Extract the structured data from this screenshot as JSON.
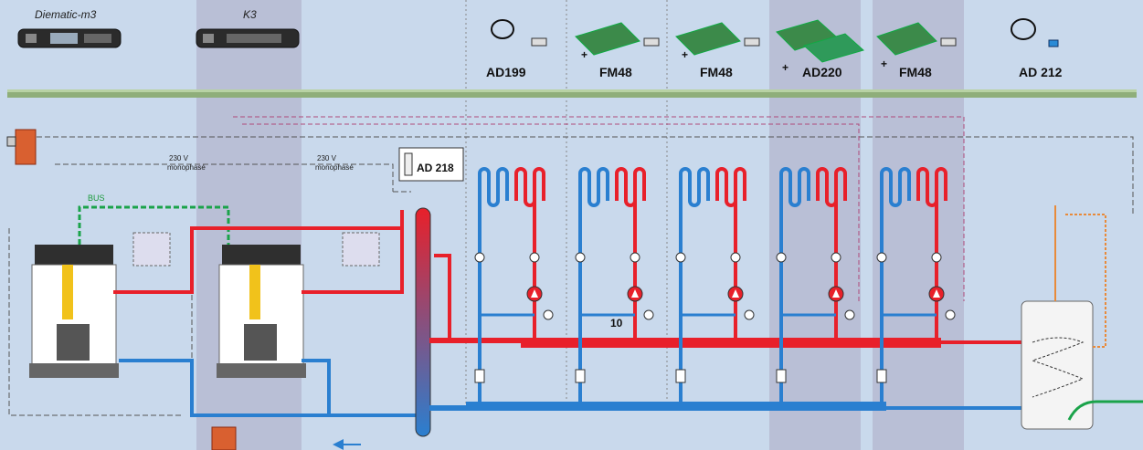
{
  "header": {
    "controllers": [
      {
        "name": "Diematic-m3"
      },
      {
        "name": "K3"
      }
    ],
    "accessories": [
      {
        "label": "AD199",
        "plus": "",
        "kind": "sensor"
      },
      {
        "label": "FM48",
        "plus": "+",
        "kind": "board"
      },
      {
        "label": "FM48",
        "plus": "+",
        "kind": "board"
      },
      {
        "label": "AD220",
        "plus": "+",
        "kind": "board2"
      },
      {
        "label": "FM48",
        "plus": "+",
        "kind": "board"
      },
      {
        "label": "AD 212",
        "plus": "",
        "kind": "sensor-blue"
      }
    ]
  },
  "schema": {
    "bus_label": "BUS",
    "supply_label_1": "230 V",
    "supply_sub_1": "monophasé",
    "supply_label_2": "230 V",
    "supply_sub_2": "monophasé",
    "ad218_label": "AD 218",
    "circuit_marker": "10",
    "circuits": 5,
    "colors": {
      "hot": "#e8202a",
      "cold": "#2a7fd0",
      "bus": "#1aa34a",
      "highlight_column": "#b9bfd6",
      "divider": "#8fae7a"
    }
  }
}
